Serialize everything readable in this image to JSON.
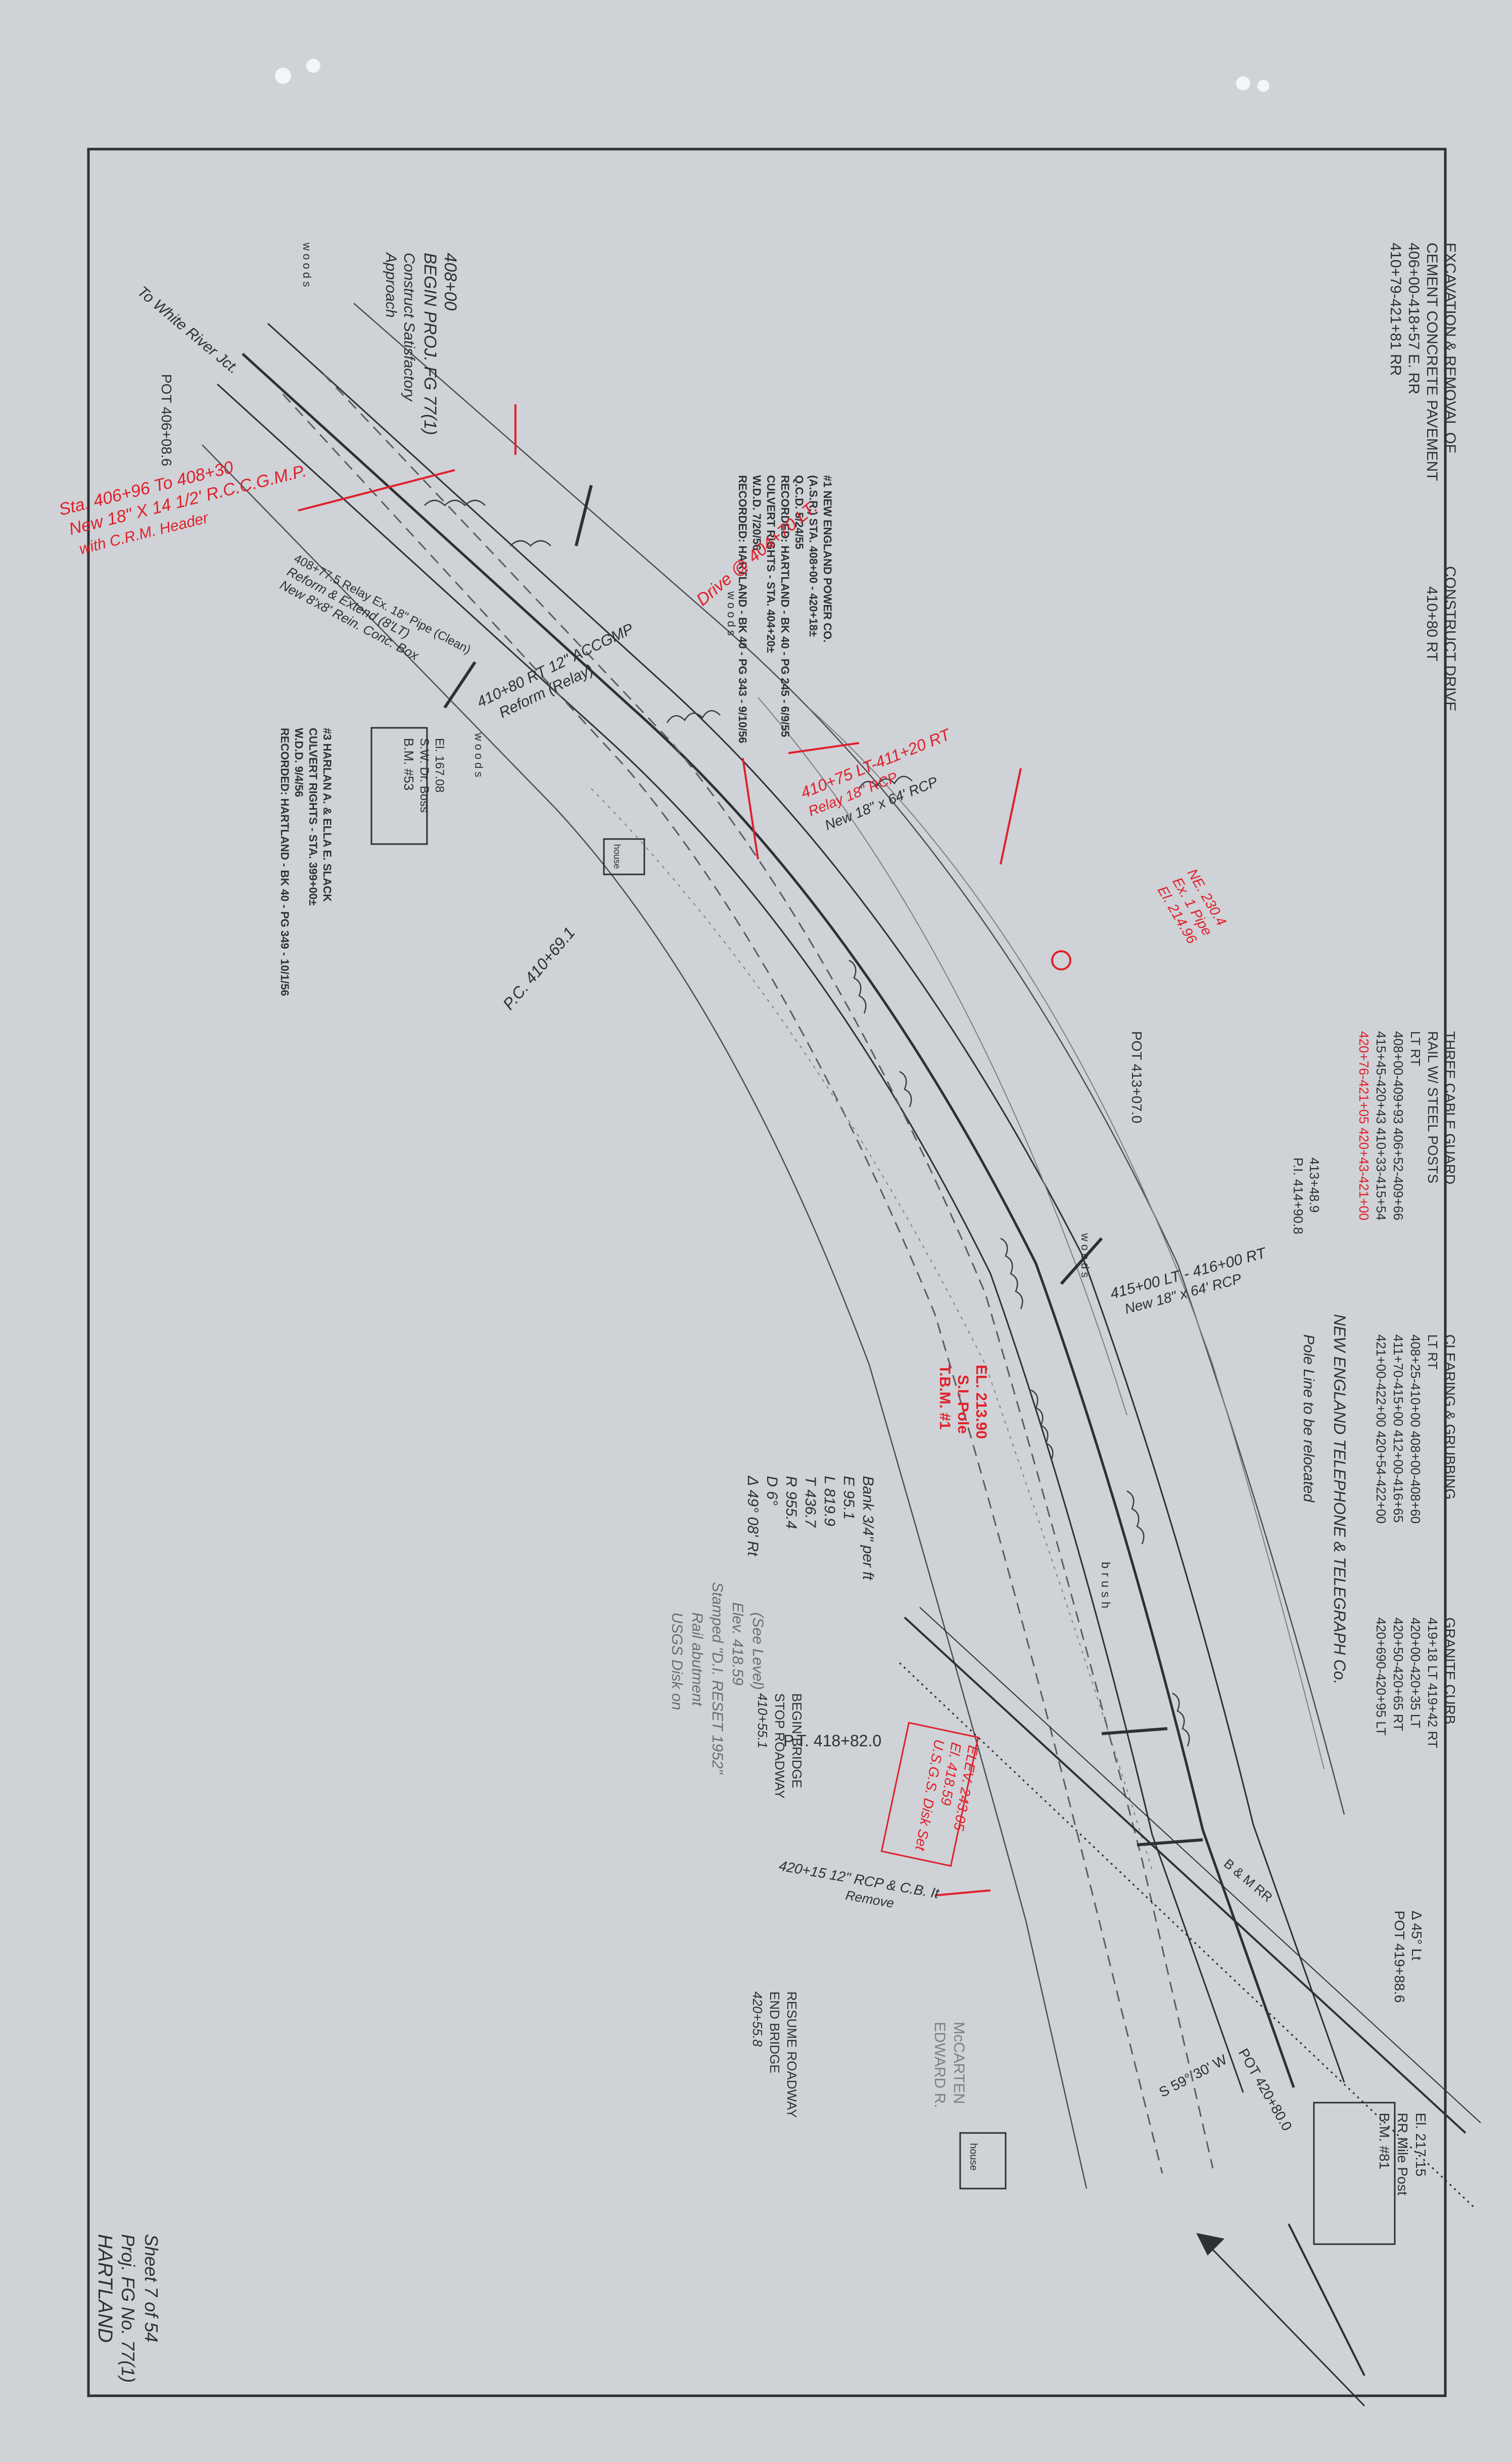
{
  "title_block": {
    "town": "HARTLAND",
    "project": "Proj. FG No. 77(1)",
    "sheet": "Sheet 7 of 54"
  },
  "notes_top": {
    "excavation": [
      "EXCAVATION & REMOVAL OF",
      "CEMENT CONCRETE PAVEMENT",
      "406+00-418+57 E. RR",
      "410+79-421+81 RR"
    ],
    "construct_drive": [
      "CONSTRUCT DRIVE",
      "410+80 RT"
    ],
    "three_cable_guard": [
      "THREE CABLE GUARD",
      "RAIL W/ STEEL POSTS",
      "LT          RT",
      "408+00-409+93  406+52-409+66",
      "415+45-420+43  410+33-415+54",
      "420+76-421+05  420+43-421+00"
    ],
    "clearing": [
      "CLEARING & GRUBBING",
      "LT          RT",
      "408+25-410+00  408+00-408+60",
      "411+70-415+00  412+00-416+65",
      "421+00-422+00  420+54-422+00"
    ],
    "granite_curb": [
      "GRANITE CURB",
      "419+18 LT  419+42 RT",
      "420+00-420+35 LT",
      "420+50-420+65 RT",
      "420+690-420+95 LT"
    ]
  },
  "power_easement": [
    "#1 NEW ENGLAND POWER CO.",
    "(A.S.R.) STA. 408+00 - 420+18±",
    "Q.C.D. 5/24/55",
    "RECORDED: HARTLAND - BK 40 - PG 245 - 6/9/55",
    "CULVERT RIGHTS - STA. 404+20±",
    "W.D.D. 7/20/56",
    "RECORDED: HARTLAND - BK 40 - PG 343 - 9/10/56"
  ],
  "harlan_easement": [
    "#3 HARLAN A. & ELLA E. SLACK",
    "CULVERT RIGHTS - STA. 399+00±",
    "W.D.D. 9/4/56",
    "RECORDED: HARTLAND - BK 40 - PG 349 - 10/1/56"
  ],
  "labels": {
    "begin_project": [
      "408+00",
      "BEGIN PROJ. FG 77(1)",
      "Construct Satisfactory",
      "Approach"
    ],
    "to_white_river": "To White River Jct.",
    "pot_406": "POT 406+08.6",
    "woods": "woods",
    "sta_406": [
      "Sta. 406+96 To 408+30",
      "New 18\" X 14 1/2' R.C.C.G.M.P.",
      "with C.R.M. Header"
    ],
    "relay_culvert": [
      "408+77.5 Relay Ex. 18\" Pipe (Clean)",
      "Reform & Extend (8'LT)",
      "New 8'x8' Rein. Conc. Box"
    ],
    "bm53": [
      "B.M. #53",
      "S.W. Dr. Boss",
      "El. 167.08"
    ],
    "reform": [
      "410+80 RT 12\" ACCGMP",
      "Reform (Relay)"
    ],
    "pc": "P.C. 410+69.1",
    "drive": "Drive @ 404+70 LT.",
    "culvert_411": [
      "410+75 LT-411+20 RT",
      "Relay 18\" RCP",
      "New 18\" x 64' RCP"
    ],
    "elev_marker": [
      "El. 214.96",
      "Ex. 1 Pipe",
      "NE. 230.4"
    ],
    "pot_413": "POT 413+07.0",
    "pi": [
      "P.I. 414+90.8",
      "413+48.9"
    ],
    "culvert_415": [
      "415+00 LT - 416+00 RT",
      "New 18\" x 64' RCP"
    ],
    "tbm": [
      "T.B.M. #1",
      "S.I. Pole",
      "EL. 213.90"
    ],
    "pole_line": "NEW ENGLAND TELEPHONE & TELEGRAPH Co.",
    "pole_line_2": "Pole Line to be relocated",
    "brush": "brush",
    "curve_data": [
      "Δ 49° 08' Rt",
      "D 6°",
      "R 955.4",
      "T 436.7",
      "L 819.9",
      "E 95.1",
      "Bank 3/4\" per ft"
    ],
    "usgs": [
      "USGS Disk on",
      "Rail abutment",
      "Stamped \"D.I. RESET 1952\"",
      "Elev. 418.59",
      "(See Level)"
    ],
    "usgs_red": [
      "U.S.G.S. Disk Set",
      "El. 418.59",
      "ELEV. 243.05"
    ],
    "pt_418": "P.T. 418+82.0",
    "stop_roadway": [
      "410+55.1",
      "STOP ROADWAY",
      "BEGIN BRIDGE"
    ],
    "culvert_420": [
      "420+15 12\" RCP & C.B. It",
      "Remove"
    ],
    "end_bridge": [
      "420+55.8",
      "END BRIDGE",
      "RESUME ROADWAY"
    ],
    "mccarten": [
      "EDWARD R.",
      "McCARTEN"
    ],
    "house": "house",
    "pot_420": "POT 420+80.0",
    "pot_419": [
      "POT 419+88.6",
      "Δ 45° Lt"
    ],
    "bearing": "S 59° 30' W",
    "bm81": [
      "B.M. #81",
      "RR Mile Post",
      "El. 217.15"
    ],
    "rr": "B & M RR"
  },
  "colors": {
    "paper": "#cfd2d6",
    "ink": "#2e3033",
    "red": "#e0202c",
    "pencil": "#7c8085"
  }
}
